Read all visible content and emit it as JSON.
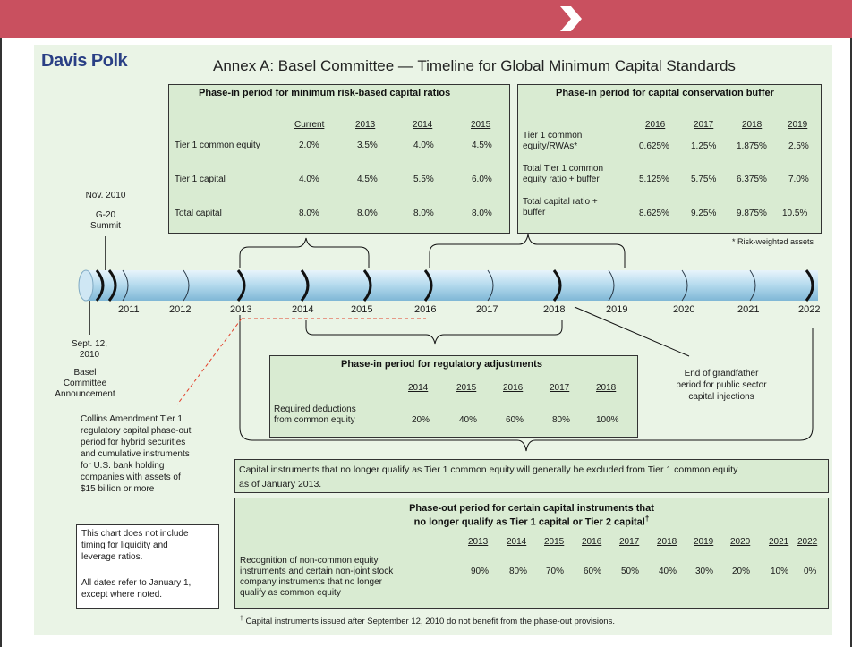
{
  "header": {
    "chevron_icon": "chevron-right-icon",
    "bar_color": "#c9505f"
  },
  "logo": "Davis Polk",
  "title": "Annex A: Basel Committee — Timeline for Global Minimum Capital Standards",
  "min_ratios": {
    "title": "Phase-in period for minimum risk-based capital ratios",
    "columns": [
      "Current",
      "2013",
      "2014",
      "2015"
    ],
    "rows": [
      {
        "label": "Tier 1 common equity",
        "values": [
          "2.0%",
          "3.5%",
          "4.0%",
          "4.5%"
        ]
      },
      {
        "label": "Tier 1 capital",
        "values": [
          "4.0%",
          "4.5%",
          "5.5%",
          "6.0%"
        ]
      },
      {
        "label": "Total capital",
        "values": [
          "8.0%",
          "8.0%",
          "8.0%",
          "8.0%"
        ]
      }
    ]
  },
  "buffer": {
    "title": "Phase-in period for capital conservation buffer",
    "columns": [
      "2016",
      "2017",
      "2018",
      "2019"
    ],
    "rows": [
      {
        "label1": "Tier 1 common",
        "label2": "equity/RWAs*",
        "values": [
          "0.625%",
          "1.25%",
          "1.875%",
          "2.5%"
        ]
      },
      {
        "label1": "Total Tier 1 common",
        "label2": "equity ratio + buffer",
        "values": [
          "5.125%",
          "5.75%",
          "6.375%",
          "7.0%"
        ]
      },
      {
        "label1": "Total capital ratio +",
        "label2": "buffer",
        "values": [
          "8.625%",
          "9.25%",
          "9.875%",
          "10.5%"
        ]
      }
    ],
    "footnote": "* Risk-weighted assets"
  },
  "g20": {
    "date": "Nov. 2010",
    "line1": "G-20",
    "line2": "Summit"
  },
  "timeline": {
    "years": [
      "2011",
      "2012",
      "2013",
      "2014",
      "2015",
      "2016",
      "2017",
      "2018",
      "2019",
      "2020",
      "2021",
      "2022"
    ]
  },
  "basel": {
    "date1": "Sept. 12,",
    "date2": "2010",
    "line1": "Basel",
    "line2": "Committee",
    "line3": "Announcement"
  },
  "collins": [
    "Collins Amendment Tier 1",
    "regulatory capital phase-out",
    "period for hybrid securities",
    "and cumulative instruments",
    "for U.S. bank holding",
    "companies with assets of",
    "$15 billion or more"
  ],
  "reg_adj": {
    "title": "Phase-in period for regulatory adjustments",
    "columns": [
      "2014",
      "2015",
      "2016",
      "2017",
      "2018"
    ],
    "label1": "Required deductions",
    "label2": "from common equity",
    "values": [
      "20%",
      "40%",
      "60%",
      "80%",
      "100%"
    ]
  },
  "grandfather": [
    "End of grandfather",
    "period for public sector",
    "capital injections"
  ],
  "capital_note": {
    "line1": "Capital instruments that no longer qualify as Tier 1 common equity  will generally be excluded from Tier 1 common equity",
    "line2": "as of January 2013."
  },
  "phase_out": {
    "title1": "Phase-out period for certain capital instruments that",
    "title2": "no longer qualify as Tier 1 capital or Tier 2 capital",
    "title_mark": "†",
    "columns": [
      "2013",
      "2014",
      "2015",
      "2016",
      "2017",
      "2018",
      "2019",
      "2020",
      "2021",
      "2022"
    ],
    "label": [
      "Recognition of non-common equity",
      "instruments and certain non-joint stock",
      "company instruments that no longer",
      "qualify as common equity"
    ],
    "values": [
      "90%",
      "80%",
      "70%",
      "60%",
      "50%",
      "40%",
      "30%",
      "20%",
      "10%",
      "0%"
    ]
  },
  "side_note": [
    "This chart does not include",
    "timing for liquidity and",
    "leverage ratios.",
    "",
    "All dates refer to January 1,",
    "except where noted."
  ],
  "footnote": {
    "mark": "†",
    "text": "Capital instruments issued after September 12, 2010 do not benefit from the phase-out provisions."
  }
}
